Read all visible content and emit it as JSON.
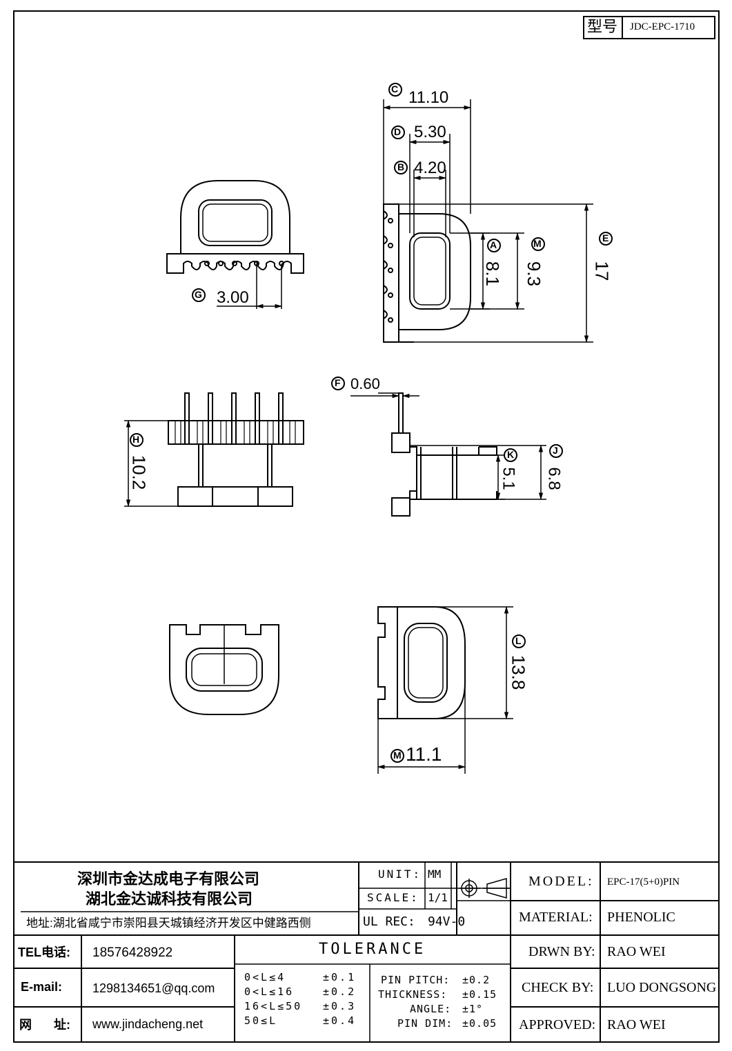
{
  "model_box": {
    "label": "型号",
    "value": "JDC-EPC-1710"
  },
  "dimensions": {
    "C": {
      "marker": "C",
      "value": "11.10"
    },
    "D": {
      "marker": "D",
      "value": "5.30"
    },
    "B": {
      "marker": "B",
      "value": "4.20"
    },
    "A": {
      "marker": "A",
      "value": "8.1"
    },
    "M_top": {
      "marker": "M",
      "value": "9.3"
    },
    "E": {
      "marker": "E",
      "value": "17"
    },
    "G": {
      "marker": "G",
      "value": "3.00"
    },
    "F": {
      "marker": "F",
      "value": "0.60"
    },
    "H": {
      "marker": "H",
      "value": "10.2"
    },
    "K": {
      "marker": "K",
      "value": "5.1"
    },
    "J": {
      "marker": "J",
      "value": "6.8"
    },
    "L": {
      "marker": "L",
      "value": "13.8"
    },
    "M_bottom": {
      "marker": "M",
      "value": "11.1"
    }
  },
  "title_block": {
    "company_1": "深圳市金达成电子有限公司",
    "company_2": "湖北金达诚科技有限公司",
    "address": "地址:湖北省咸宁市崇阳县天城镇经济开发区中健路西侧",
    "tel_label": "TEL电话:",
    "tel_value": "18576428922",
    "email_label": "E-mail:",
    "email_value": "1298134651@qq.com",
    "web_label_1": "网",
    "web_label_2": "址:",
    "web_value": "www.jindacheng.net",
    "unit_label": "UNIT:",
    "unit_value": "MM",
    "scale_label": "SCALE:",
    "scale_value": "1/1",
    "ul_label": "UL REC:",
    "ul_value": "94V-0",
    "tolerance_title": "TOLERANCE",
    "tolerance_ranges": [
      {
        "range": "0<L≤4",
        "tol": "±0.1"
      },
      {
        "range": "0<L≤16",
        "tol": "±0.2"
      },
      {
        "range": "16<L≤50",
        "tol": "±0.3"
      },
      {
        "range": "50≤L",
        "tol": "±0.4"
      }
    ],
    "tolerance_misc": [
      {
        "label": "PIN PITCH:",
        "tol": "±0.2"
      },
      {
        "label": "THICKNESS:",
        "tol": "±0.15"
      },
      {
        "label": "ANGLE:",
        "tol": "±1°"
      },
      {
        "label": "PIN DIM:",
        "tol": "±0.05"
      }
    ],
    "model_label": "MODEL:",
    "model_value": "EPC-17(5+0)PIN",
    "material_label": "MATERIAL:",
    "material_value": "PHENOLIC",
    "drawn_label": "DRWN BY:",
    "drawn_value": "RAO WEI",
    "check_label": "CHECK BY:",
    "check_value": "LUO DONGSONG",
    "approved_label": "APPROVED:",
    "approved_value": "RAO WEI"
  }
}
